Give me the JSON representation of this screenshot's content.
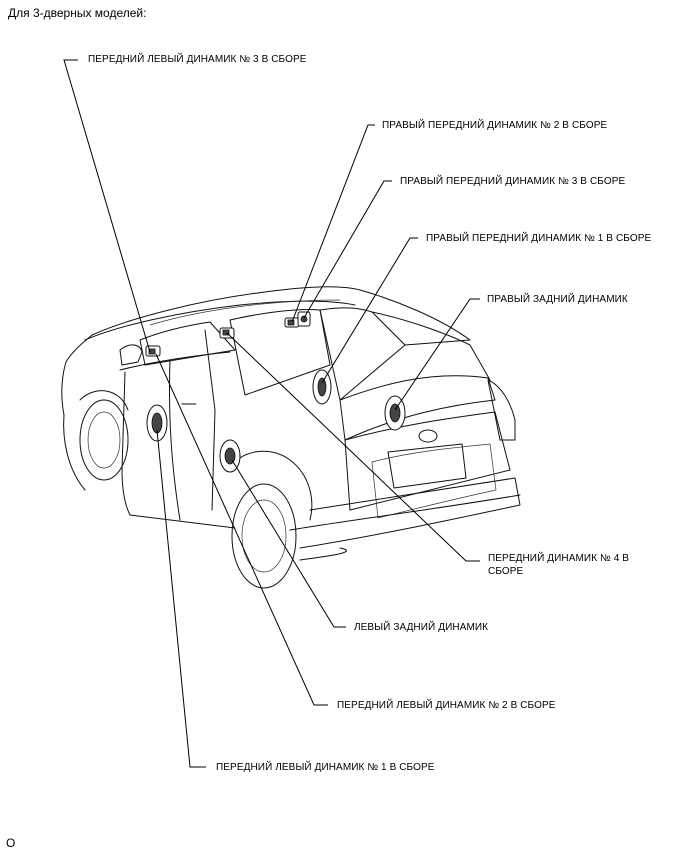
{
  "heading": "Для 3-дверных моделей:",
  "footer_code": "О",
  "labels": {
    "front_left_3": "ПЕРЕДНИЙ ЛЕВЫЙ ДИНАМИК № 3 В СБОРЕ",
    "right_front_2": "ПРАВЫЙ ПЕРЕДНИЙ ДИНАМИК № 2 В СБОРЕ",
    "right_front_3": "ПРАВЫЙ ПЕРЕДНИЙ ДИНАМИК № 3 В СБОРЕ",
    "right_front_1": "ПРАВЫЙ ПЕРЕДНИЙ ДИНАМИК № 1 В СБОРЕ",
    "right_rear": "ПРАВЫЙ ЗАДНИЙ ДИНАМИК",
    "front_4_line1": "ПЕРЕДНИЙ ДИНАМИК № 4 В",
    "front_4_line2": "СБОРЕ",
    "left_rear": "ЛЕВЫЙ ЗАДНИЙ ДИНАМИК",
    "front_left_2": "ПЕРЕДНИЙ ЛЕВЫЙ ДИНАМИК № 2 В СБОРЕ",
    "front_left_1": "ПЕРЕДНИЙ ЛЕВЫЙ ДИНАМИК № 1 В СБОРЕ"
  }
}
